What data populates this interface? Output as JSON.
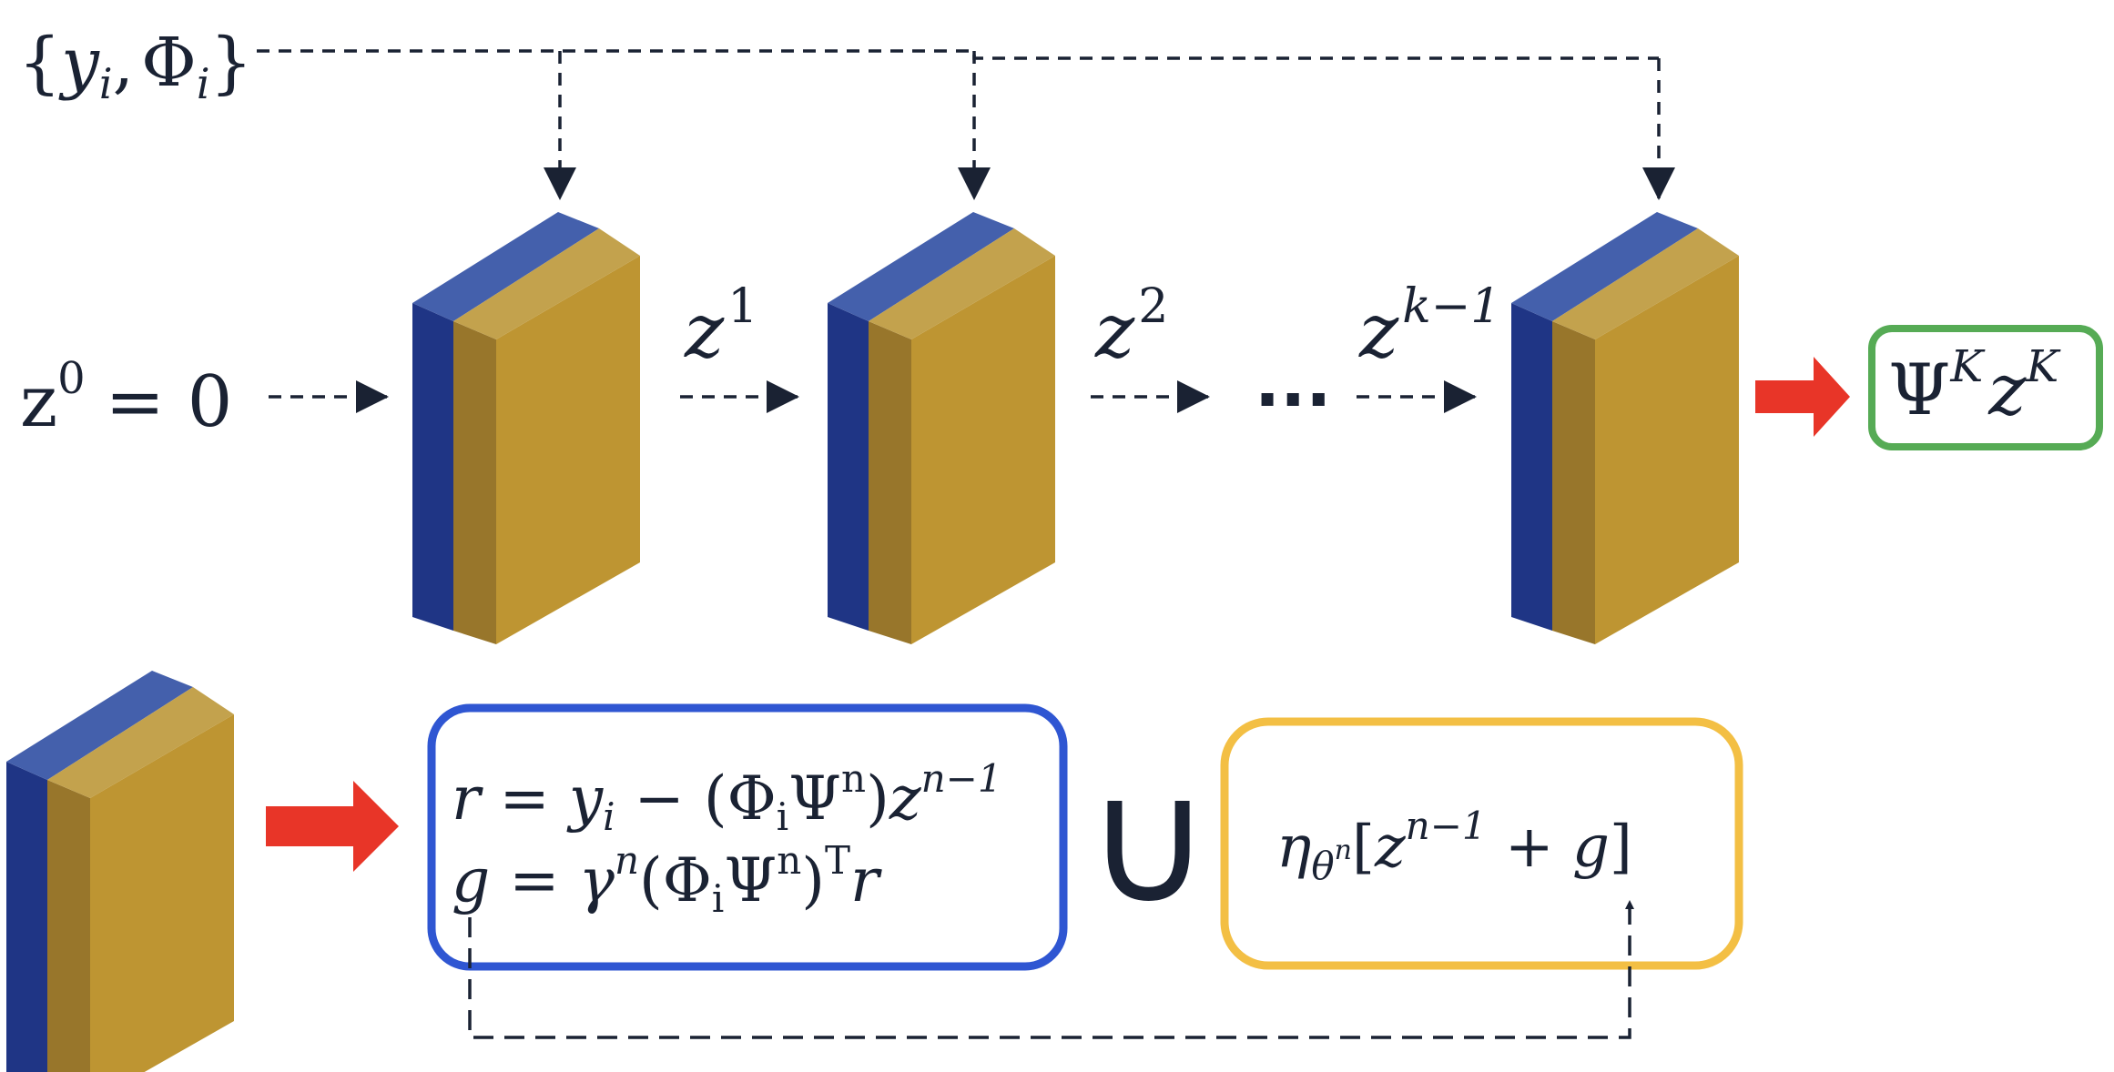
{
  "colors": {
    "ink": "#1a2233",
    "arrow_red": "#e83528",
    "block_blue_front": "#1f3585",
    "block_blue_top": "#4460ac",
    "block_gold_front": "#be9532",
    "block_gold_top": "#c3a24d",
    "block_gold_strip": "#98762b",
    "box_green": "#56ab55",
    "box_blue": "#2f56d2",
    "box_yellow": "#f3bf44"
  },
  "icons": {
    "block": "unfolded-network-stage-icon",
    "arrow": "red-right-arrow-icon"
  },
  "top_row": {
    "inputs": {
      "open": "{",
      "y": "y",
      "y_sub": "i",
      "comma": ",",
      "phi": "Φ",
      "phi_sub": "i",
      "close": "}"
    },
    "init": {
      "z": "z",
      "sup": "0",
      "rest": "= 0"
    },
    "labels": [
      {
        "base": "z",
        "sup": "1"
      },
      {
        "base": "z",
        "sup": "2"
      },
      {
        "base": "z",
        "sup": "k−1"
      }
    ],
    "ellipsis": "...",
    "output": {
      "psi": "Ψ",
      "psi_sup": "K",
      "z": "z",
      "z_sup": "K"
    }
  },
  "bottom_row": {
    "blue_box": {
      "line1": {
        "lhs": "r",
        "eq": " = ",
        "y": "y",
        "y_sub": "i",
        "minus": " − (",
        "phi": "Φ",
        "phi_sub": "i",
        "psi": "Ψ",
        "psi_sup": "n",
        "close": ")",
        "z": "z",
        "z_sup": "n−1"
      },
      "line2": {
        "lhs": "g",
        "eq": " = ",
        "gamma": "γ",
        "gamma_sup": "n",
        "open": "(",
        "phi": "Φ",
        "phi_sub": "i",
        "psi": "Ψ",
        "psi_sup": "n",
        "close": ")",
        "t_sup": "T",
        "r": "r"
      }
    },
    "union": "∪",
    "yellow_box": {
      "eta": "η",
      "theta": "θ",
      "theta_sup": "n",
      "open": "[",
      "z": "z",
      "z_sup": "n−1",
      "plus": " + ",
      "g": "g",
      "close": "]"
    }
  }
}
